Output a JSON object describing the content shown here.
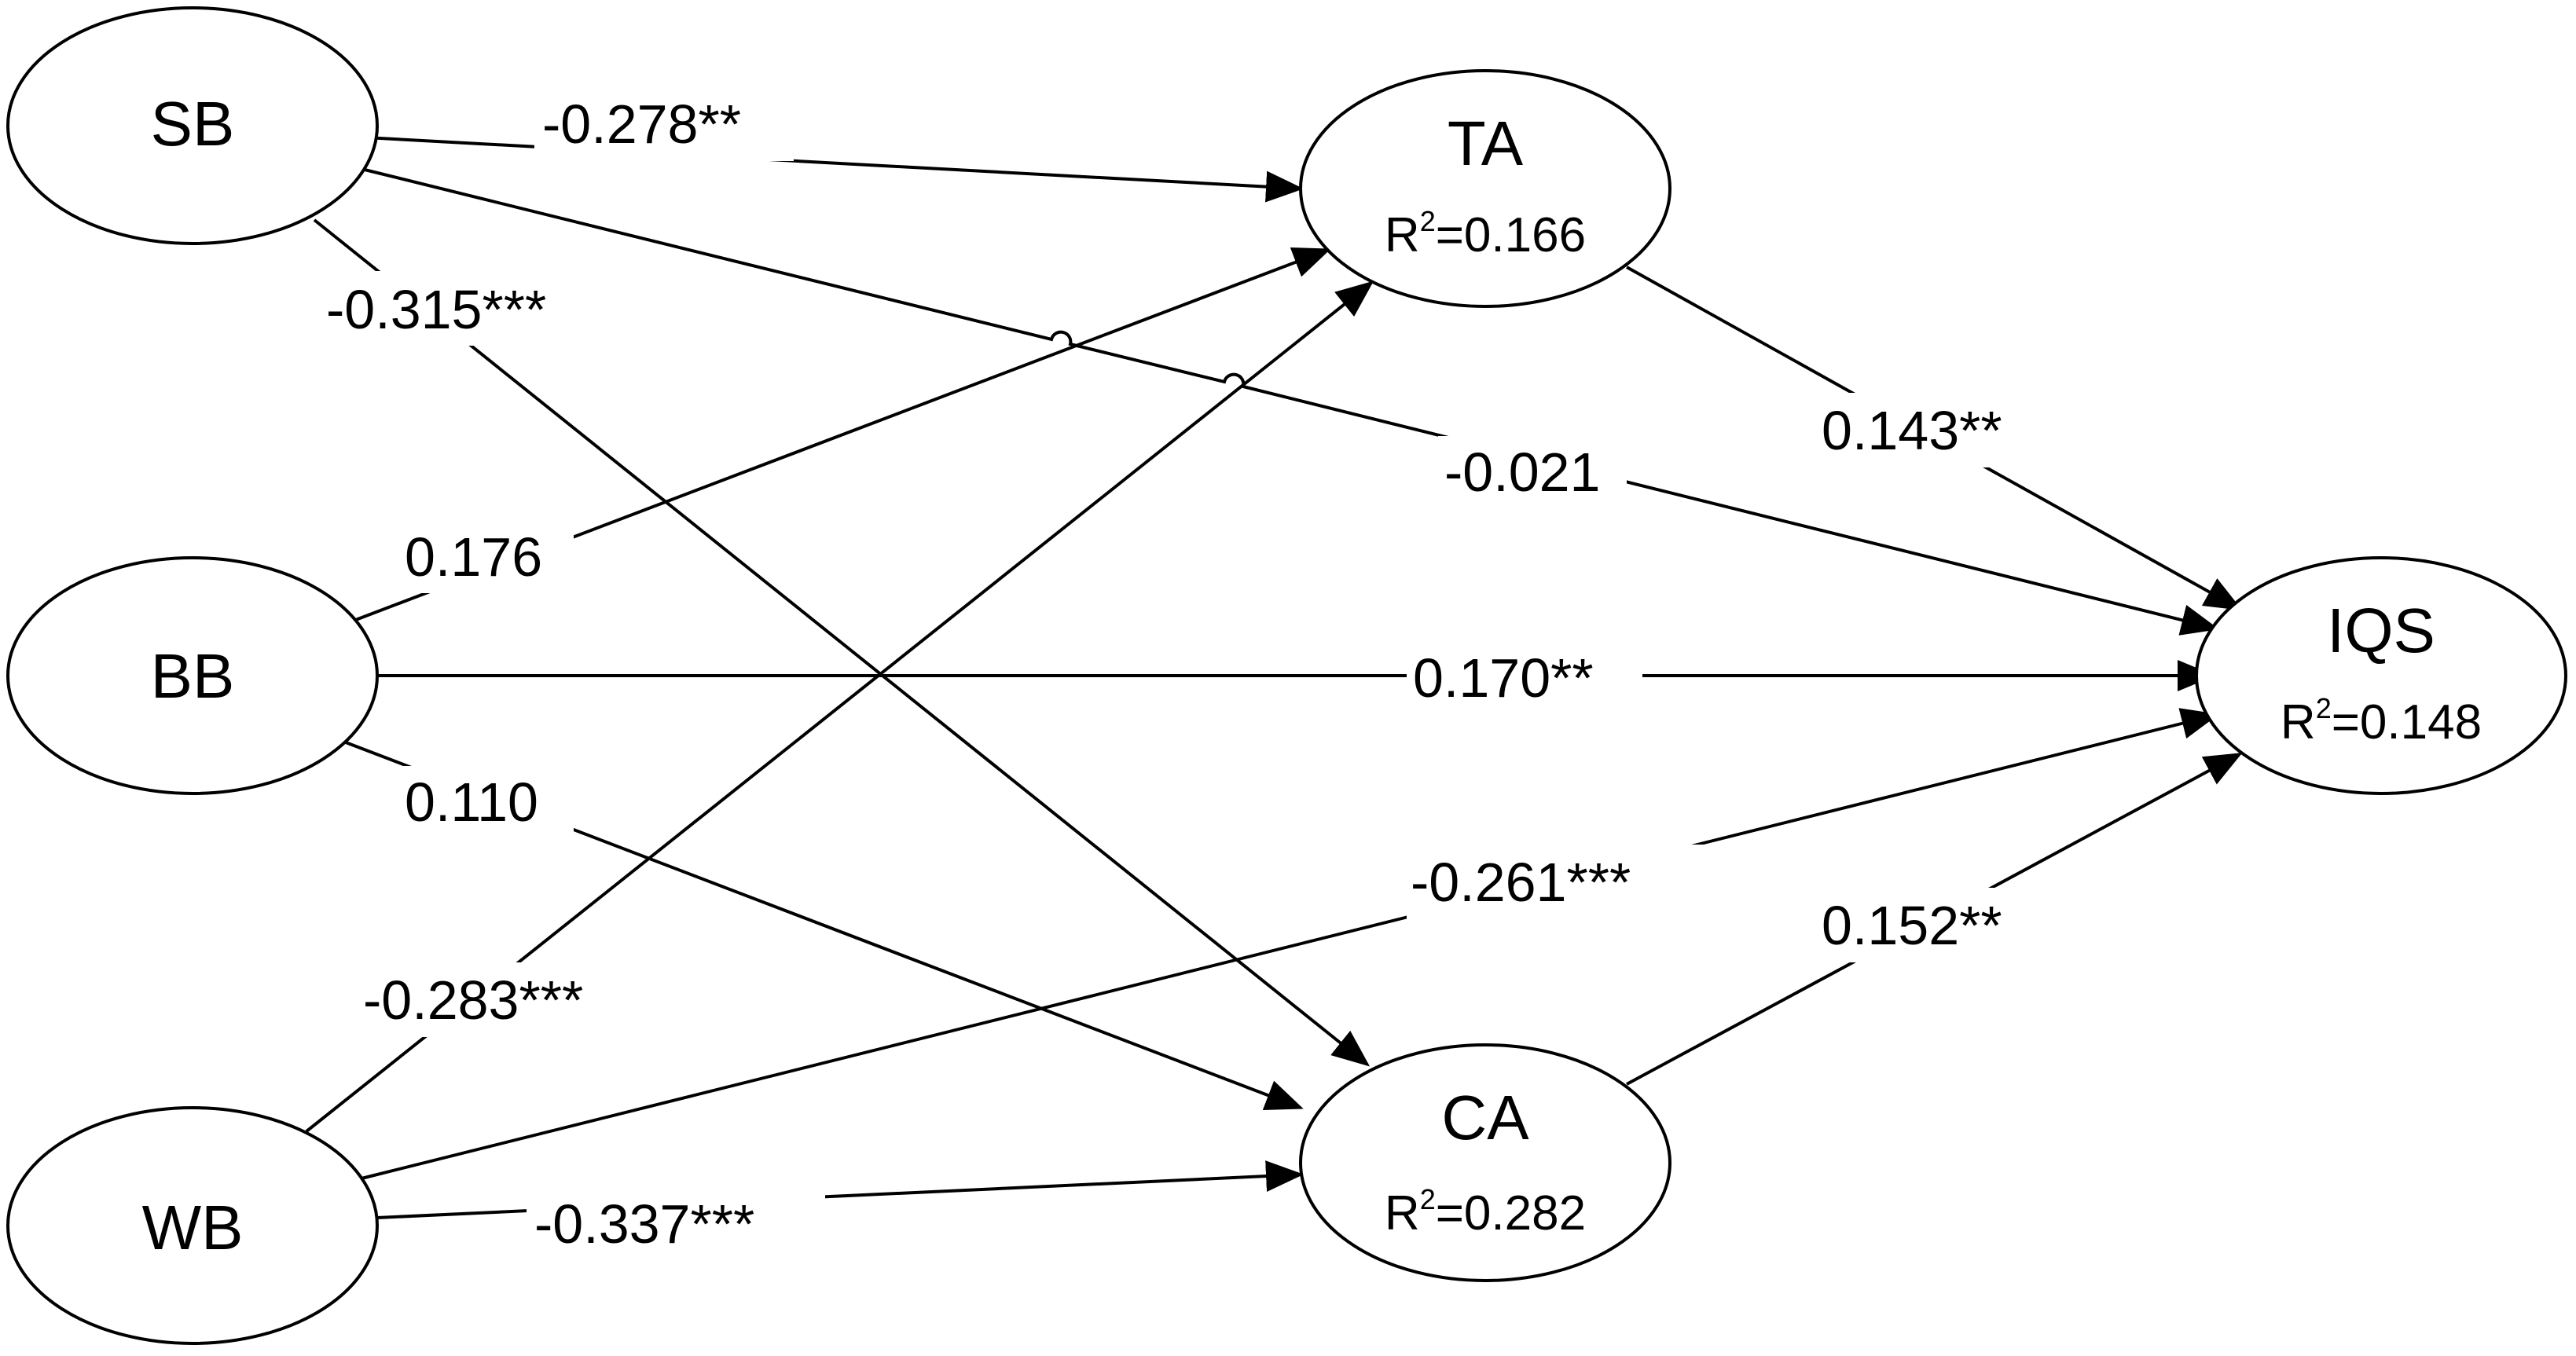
{
  "nodes": {
    "SB": {
      "label": "SB"
    },
    "BB": {
      "label": "BB"
    },
    "WB": {
      "label": "WB"
    },
    "TA": {
      "label": "TA",
      "r2_prefix": "R",
      "r2_sup": "2",
      "r2_value": "=0.166"
    },
    "CA": {
      "label": "CA",
      "r2_prefix": "R",
      "r2_sup": "2",
      "r2_value": "=0.282"
    },
    "IQS": {
      "label": "IQS",
      "r2_prefix": "R",
      "r2_sup": "2",
      "r2_value": "=0.148"
    }
  },
  "edges": {
    "sb_ta": {
      "from": "SB",
      "to": "TA",
      "label": "-0.278**"
    },
    "sb_iqs": {
      "from": "SB",
      "to": "IQS",
      "label": "-0.021"
    },
    "sb_ca": {
      "from": "SB",
      "to": "CA",
      "label": "-0.315***"
    },
    "bb_ta": {
      "from": "BB",
      "to": "TA",
      "label": "0.176"
    },
    "bb_iqs": {
      "from": "BB",
      "to": "IQS",
      "label": "0.170**"
    },
    "bb_ca": {
      "from": "BB",
      "to": "CA",
      "label": "0.110"
    },
    "wb_ta": {
      "from": "WB",
      "to": "TA",
      "label": "-0.283***"
    },
    "wb_iqs": {
      "from": "WB",
      "to": "IQS",
      "label": "-0.261***"
    },
    "wb_ca": {
      "from": "WB",
      "to": "CA",
      "label": "-0.337***"
    },
    "ta_iqs": {
      "from": "TA",
      "to": "IQS",
      "label": "0.143**"
    },
    "ca_iqs": {
      "from": "CA",
      "to": "IQS",
      "label": "0.152**"
    }
  }
}
